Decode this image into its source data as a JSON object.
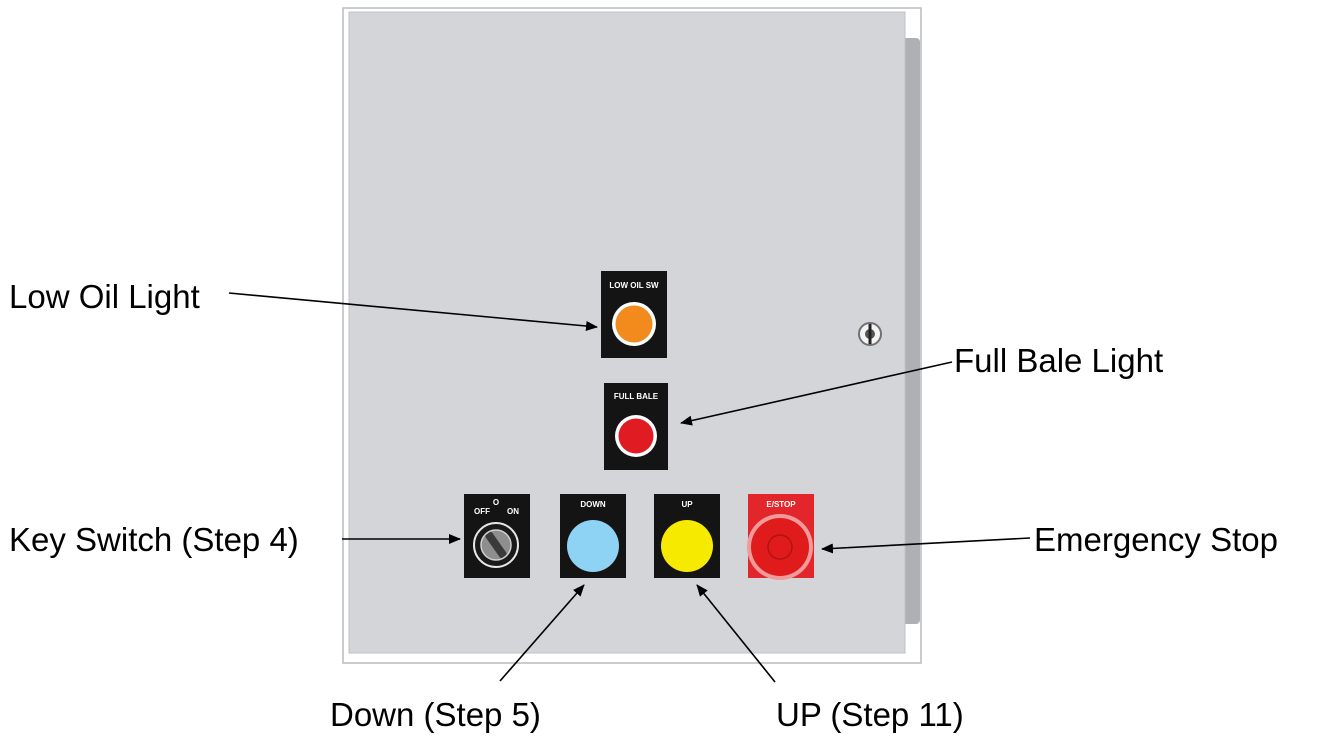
{
  "callouts": {
    "low_oil_light": "Low Oil Light",
    "full_bale_light": "Full Bale Light",
    "key_switch": "Key Switch (Step 4)",
    "emergency_stop": "Emergency Stop",
    "down": "Down (Step 5)",
    "up": "UP (Step 11)"
  },
  "plates": {
    "low_oil": "LOW OIL SW",
    "full_bale": "FULL BALE",
    "key_off": "OFF",
    "key_zero": "O",
    "key_on": "ON",
    "down": "DOWN",
    "up": "UP",
    "estop": "E/STOP"
  },
  "colors": {
    "panel": "#d3d5d8",
    "low_oil_lamp": "#f28a1e",
    "full_bale_lamp": "#e01b22",
    "down_button": "#8fd3f4",
    "up_button": "#f6ea00",
    "estop_plate": "#e3262b",
    "estop_button": "#e01b1b"
  }
}
